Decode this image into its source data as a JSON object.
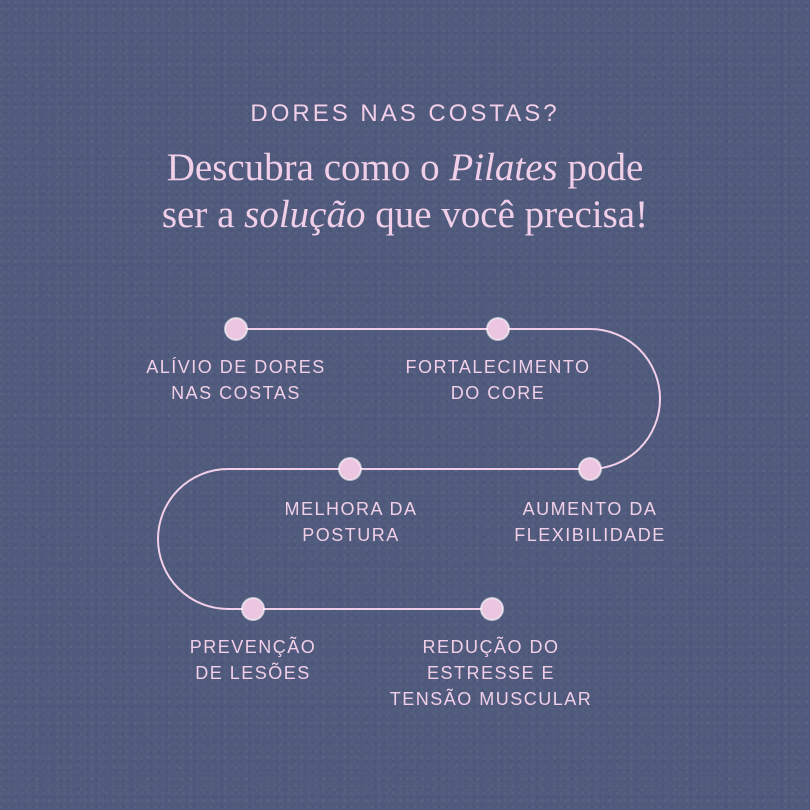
{
  "colors": {
    "background": "#505a7c",
    "text": "#f1cfe8",
    "line": "#f1cfe8",
    "node": "#ecc6e0"
  },
  "header": {
    "kicker": "DORES NAS COSTAS?",
    "headline_line1_a": "Descubra como o ",
    "headline_line1_em": "Pilates",
    "headline_line1_b": " pode",
    "headline_line2_a": "ser a ",
    "headline_line2_em": "solução",
    "headline_line2_b": " que você precisa!"
  },
  "steps": [
    {
      "label": "ALÍVIO DE DORES\nNAS COSTAS"
    },
    {
      "label": "FORTALECIMENTO\nDO CORE"
    },
    {
      "label": "AUMENTO DA\nFLEXIBILIDADE"
    },
    {
      "label": "MELHORA DA\nPOSTURA"
    },
    {
      "label": "PREVENÇÃO\nDE LESÕES"
    },
    {
      "label": "REDUÇÃO DO\nESTRESSE E\nTENSÃO MUSCULAR"
    }
  ]
}
